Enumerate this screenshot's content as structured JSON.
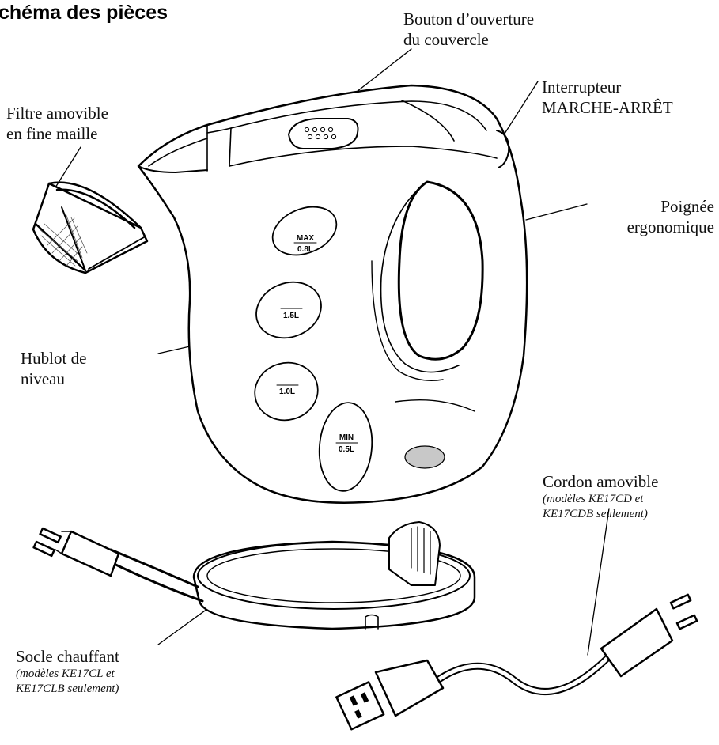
{
  "title": "chéma des pièces",
  "labels": {
    "lid_button": {
      "line1": "Bouton d’ouverture",
      "line2": "du couvercle"
    },
    "power_switch": {
      "line1": "Interrupteur",
      "line2": "MARCHE-ARRÊT"
    },
    "filter": {
      "line1": "Filtre amovible",
      "line2": "en fine maille"
    },
    "handle": {
      "line1": "Poignée",
      "line2": "ergonomique"
    },
    "water_window": {
      "line1": "Hublot de",
      "line2": "niveau"
    },
    "cord": {
      "line1": "Cordon amovible",
      "sub1": "(modèles KE17CD et",
      "sub2": "KE17CDB seulement)"
    },
    "base": {
      "line1": "Socle chauffant",
      "sub1": "(modèles KE17CL et",
      "sub2": "KE17CLB seulement)"
    }
  },
  "levels": {
    "max": {
      "name": "MAX",
      "volume": "0.8L"
    },
    "mark_15": "1.5L",
    "mark_10": "1.0L",
    "min": {
      "name": "MIN",
      "volume": "0.5L"
    }
  }
}
